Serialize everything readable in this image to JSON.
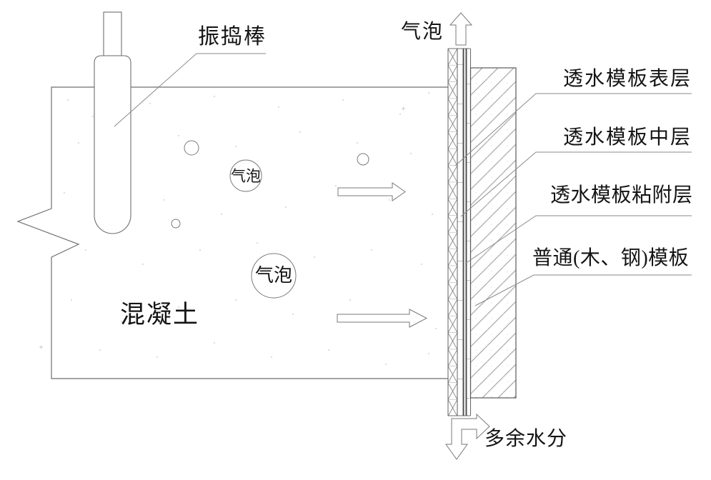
{
  "diagram": {
    "labels": {
      "vibrator": "振捣棒",
      "bubble_top": "气泡",
      "bubble_inner_small": "气泡",
      "bubble_inner_large": "气泡",
      "concrete": "混凝土",
      "permeable_surface_layer": "透水模板表层",
      "permeable_middle_layer": "透水模板中层",
      "permeable_adhesive_layer": "透水模板粘附层",
      "ordinary_formwork": "普通(木、钢)模板",
      "excess_water": "多余水分"
    },
    "colors": {
      "background": "#ffffff",
      "line": "#6e6e6e",
      "thick_layer_line": "#4a4a4a",
      "hatch_light": "#a8a8a8",
      "hatch_dark": "#707070",
      "text": "#141414"
    }
  }
}
